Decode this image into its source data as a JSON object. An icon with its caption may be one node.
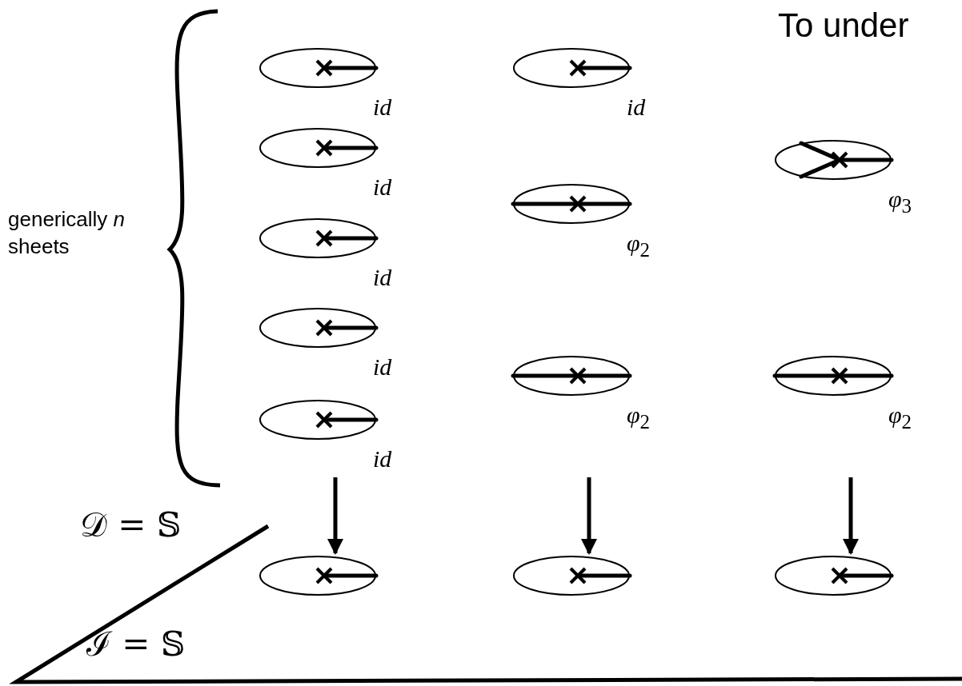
{
  "diagram": {
    "nodes": [
      {
        "text": [],
        "shape": "ellipse",
        "beside": [
          "*id*"
        ]
      },
      {
        "text": [],
        "shape": "ellipse",
        "beside": [
          "*id*"
        ]
      },
      {
        "text": [],
        "shape": "ellipse",
        "beside": [
          "*id*"
        ]
      },
      {
        "text": [],
        "shape": "ellipse",
        "beside": [
          "*φ*$_{3}$"
        ]
      },
      {
        "text": [],
        "shape": "ellipse",
        "beside": [
          "*φ*$_{2}$"
        ]
      },
      {
        "text": [],
        "shape": "ellipse",
        "beside": [
          "*id*"
        ]
      },
      {
        "text": [],
        "shape": "ellipse",
        "beside": [
          "*id*"
        ]
      },
      {
        "text": [],
        "shape": "ellipse",
        "beside": [
          "*φ*$_{2}$"
        ]
      },
      {
        "text": [],
        "shape": "ellipse",
        "beside": [
          "*φ*$_{2}$"
        ]
      },
      {
        "text": [],
        "shape": "ellipse",
        "beside": [
          "*id*"
        ]
      },
      {
        "text": [],
        "shape": "ellipse"
      },
      {
        "text": [],
        "shape": "ellipse"
      },
      {
        "text": [],
        "shape": "ellipse"
      }
    ],
    "edges": [
      {
        "from": null,
        "to": 10,
        "arrow": "to"
      },
      {
        "from": null,
        "to": 11,
        "arrow": "to"
      },
      {
        "from": null,
        "to": 12,
        "arrow": "to"
      }
    ],
    "labels": [
      "To under",
      "generically *n* sheets",
      "𝒟 = 𝕊",
      "ℐ = 𝕊"
    ]
  }
}
